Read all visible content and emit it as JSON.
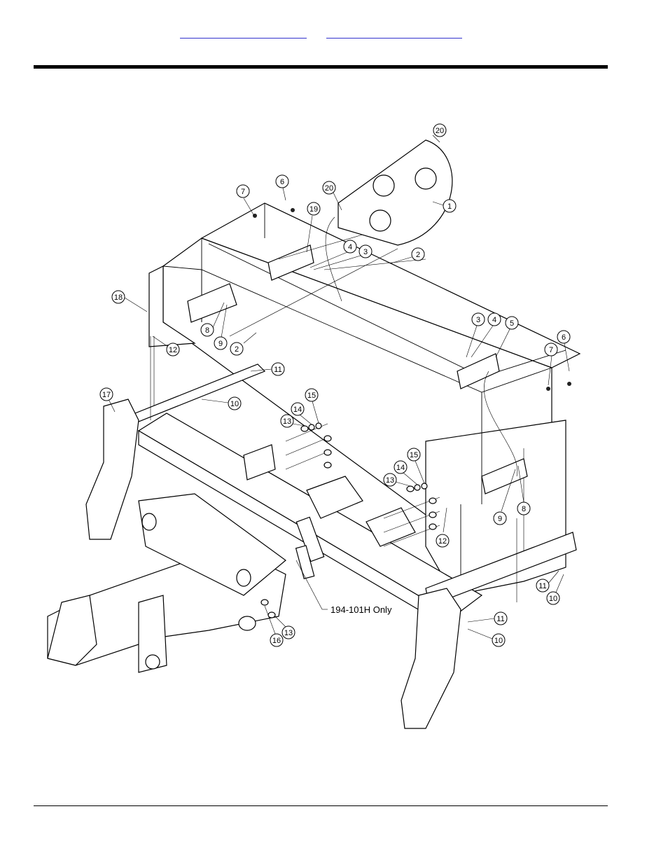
{
  "header": {
    "link_left": "",
    "link_right": ""
  },
  "diagram": {
    "note": "194-101H Only",
    "callouts": [
      "1",
      "2",
      "2",
      "3",
      "3",
      "4",
      "4",
      "5",
      "6",
      "6",
      "7",
      "7",
      "8",
      "8",
      "9",
      "9",
      "10",
      "10",
      "10",
      "11",
      "11",
      "11",
      "12",
      "12",
      "13",
      "13",
      "13",
      "14",
      "14",
      "15",
      "15",
      "16",
      "17",
      "18",
      "19",
      "20",
      "20"
    ]
  }
}
